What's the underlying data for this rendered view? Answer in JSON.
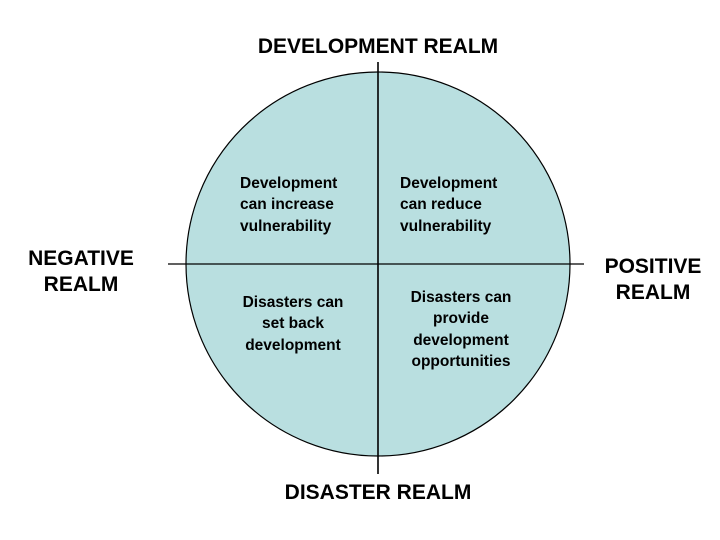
{
  "axes": {
    "top": "DEVELOPMENT REALM",
    "bottom": "DISASTER REALM",
    "left": [
      "NEGATIVE",
      "REALM"
    ],
    "right": [
      "POSITIVE",
      "REALM"
    ]
  },
  "quadrants": {
    "top_left": [
      "Development",
      "can increase",
      "vulnerability"
    ],
    "top_right": [
      "Development",
      "can reduce",
      "vulnerability"
    ],
    "bottom_left": [
      "Disasters can",
      "set back",
      "development"
    ],
    "bottom_right": [
      "Disasters can",
      "provide",
      "development",
      "opportunities"
    ]
  },
  "colors": {
    "circle_fill": "#b9dfe0",
    "stroke": "#000000"
  }
}
